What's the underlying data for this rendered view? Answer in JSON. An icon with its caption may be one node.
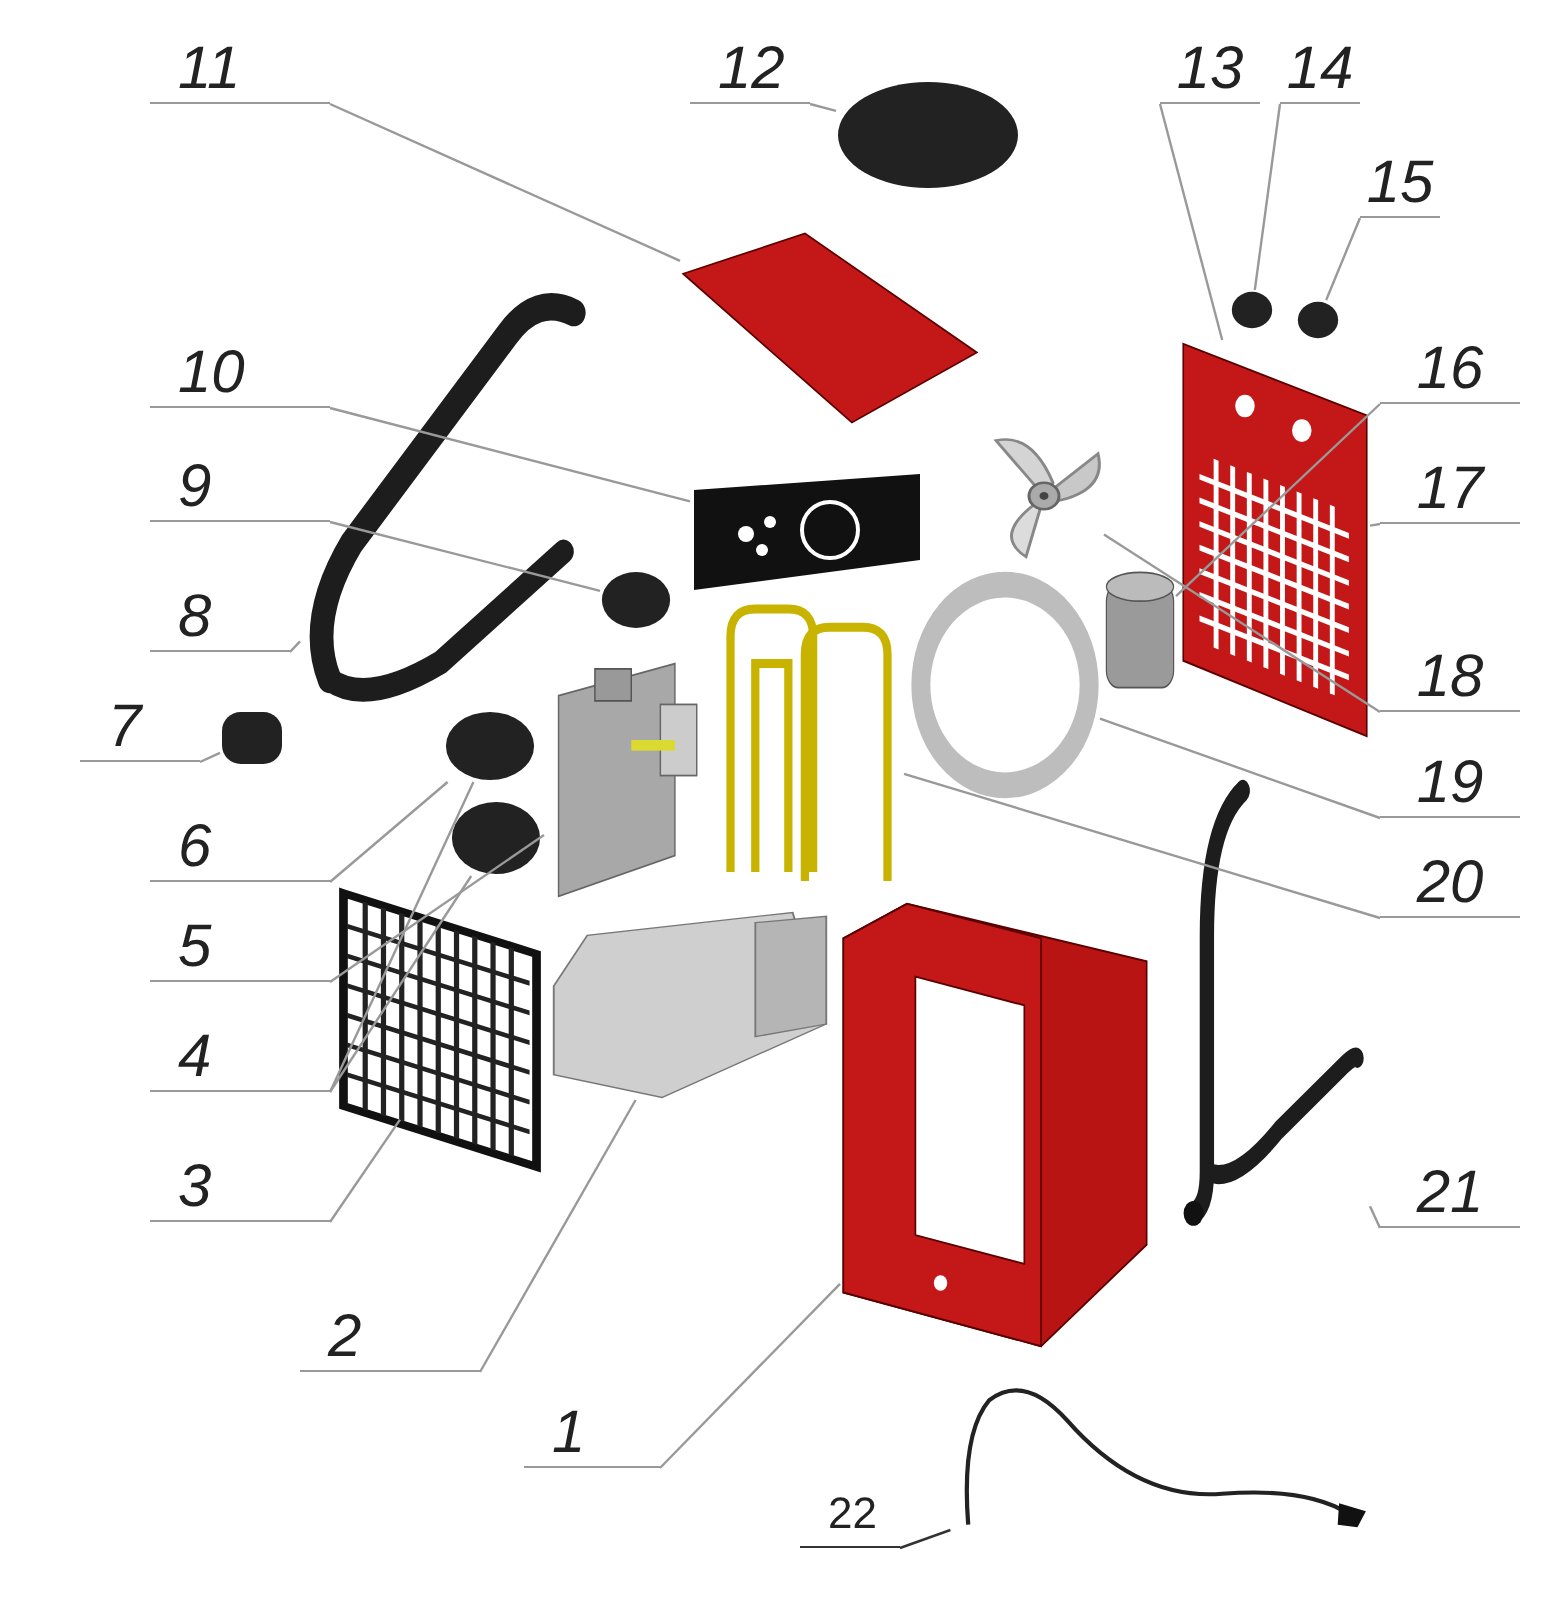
{
  "diagram": {
    "nodes": [
      {
        "text": [
          "1"
        ]
      },
      {
        "text": [
          "2"
        ]
      },
      {
        "text": [
          "3"
        ]
      },
      {
        "text": [
          "4"
        ]
      },
      {
        "text": [
          "5"
        ]
      },
      {
        "text": [
          "6"
        ]
      },
      {
        "text": [
          "7"
        ]
      },
      {
        "text": [
          "8"
        ]
      },
      {
        "text": [
          "9"
        ]
      },
      {
        "text": [
          "10"
        ]
      },
      {
        "text": [
          "11"
        ]
      },
      {
        "text": [
          "12"
        ]
      },
      {
        "text": [
          "13"
        ]
      },
      {
        "text": [
          "14"
        ]
      },
      {
        "text": [
          "15"
        ]
      },
      {
        "text": [
          "16"
        ]
      },
      {
        "text": [
          "17"
        ]
      },
      {
        "text": [
          "18"
        ]
      },
      {
        "text": [
          "19"
        ]
      },
      {
        "text": [
          "20"
        ]
      },
      {
        "text": [
          "21"
        ]
      },
      {
        "text": [
          "22"
        ]
      },
      {
        "text": [],
        "shape": "picture"
      },
      {
        "text": [],
        "shape": "picture"
      },
      {
        "text": [],
        "shape": "picture"
      },
      {
        "text": [],
        "shape": "circle"
      },
      {
        "text": [],
        "shape": "circle"
      },
      {
        "text": [],
        "shape": "picture"
      },
      {
        "text": [],
        "shape": "box"
      },
      {
        "text": [],
        "shape": "picture"
      },
      {
        "text": [],
        "shape": "circle"
      },
      {
        "text": [],
        "shape": "picture"
      },
      {
        "text": [],
        "shape": "picture"
      },
      {
        "text": [],
        "shape": "circle"
      },
      {
        "text": [],
        "shape": "picture"
      },
      {
        "text": [],
        "shape": "circle"
      },
      {
        "text": [],
        "shape": "circle"
      },
      {
        "text": [],
        "shape": "cylinder"
      },
      {
        "text": [],
        "shape": "picture"
      },
      {
        "text": [],
        "shape": "circle"
      },
      {
        "text": [],
        "shape": "picture"
      },
      {
        "text": [],
        "shape": "picture"
      },
      {
        "text": [],
        "shape": "picture"
      }
    ],
    "edges": [
      {
        "from": 0,
        "to": 22,
        "arrow": "none"
      },
      {
        "from": 1,
        "to": 23,
        "arrow": "none"
      },
      {
        "from": 2,
        "to": 24,
        "arrow": "none"
      },
      {
        "from": 3,
        "to": 25,
        "arrow": "none"
      },
      {
        "from": 3,
        "to": 26,
        "arrow": "none"
      },
      {
        "from": 4,
        "to": 27,
        "arrow": "none"
      },
      {
        "from": 5,
        "to": 25,
        "arrow": "none"
      },
      {
        "from": 6,
        "to": 28,
        "arrow": "none"
      },
      {
        "from": 7,
        "to": 29,
        "arrow": "none"
      },
      {
        "from": 8,
        "to": 30,
        "arrow": "none"
      },
      {
        "from": 9,
        "to": 31,
        "arrow": "none"
      },
      {
        "from": 10,
        "to": 32,
        "arrow": "none"
      },
      {
        "from": 11,
        "to": 33,
        "arrow": "none"
      },
      {
        "from": 12,
        "to": 34,
        "arrow": "none"
      },
      {
        "from": 13,
        "to": 35,
        "arrow": "none"
      },
      {
        "from": 14,
        "to": 36,
        "arrow": "none"
      },
      {
        "from": 15,
        "to": 37,
        "arrow": "none"
      },
      {
        "from": 16,
        "to": 34,
        "arrow": "none"
      },
      {
        "from": 17,
        "to": 38,
        "arrow": "none"
      },
      {
        "from": 18,
        "to": 39,
        "arrow": "none"
      },
      {
        "from": 19,
        "to": 40,
        "arrow": "none"
      },
      {
        "from": 20,
        "to": 41,
        "arrow": "none"
      },
      {
        "from": 21,
        "to": 42,
        "arrow": "none",
        "color": "#333333"
      }
    ]
  }
}
